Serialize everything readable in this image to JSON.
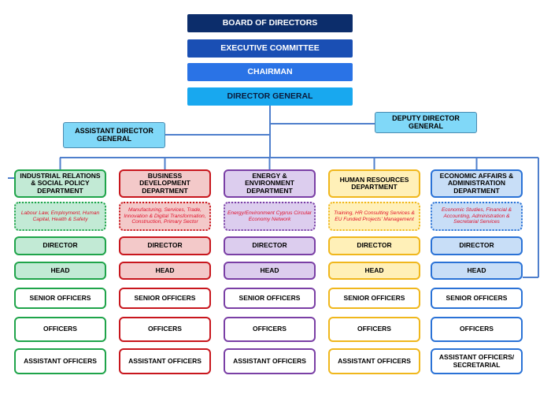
{
  "top": {
    "board": "BOARD OF DIRECTORS",
    "executive": "EXECUTIVE COMMITTEE",
    "chairman": "CHAIRMAN",
    "director_general": "DIRECTOR GENERAL"
  },
  "assistant_director_general": "ASSISTANT DIRECTOR GENERAL",
  "deputy_director_general": "DEPUTY DIRECTOR GENERAL",
  "colors": {
    "board": "#0c2d6b",
    "executive": "#1a4fb4",
    "chairman": "#2a73e6",
    "director_general": "#18a8ef",
    "connector": "#4f7fcc"
  },
  "departments": [
    {
      "name": "INDUSTRIAL RELATIONS & SOCIAL POLICY DEPARTMENT",
      "description": "Labour Law, Employment, Human Capital, Health & Safety",
      "color": "#1fa44a",
      "fill": "#c2ead5",
      "levels": [
        "DIRECTOR",
        "HEAD",
        "SENIOR OFFICERS",
        "OFFICERS",
        "ASSISTANT OFFICERS"
      ]
    },
    {
      "name": "BUSINESS DEVELOPMENT DEPARTMENT",
      "description": "Manufacturing, Services, Trade, Innovation & Digital Transformation, Construction, Primary Sector",
      "color": "#c8161d",
      "fill": "#f3c9c9",
      "levels": [
        "DIRECTOR",
        "HEAD",
        "SENIOR OFFICERS",
        "OFFICERS",
        "ASSISTANT OFFICERS"
      ]
    },
    {
      "name": "ENERGY & ENVIRONMENT DEPARTMENT",
      "description": "Energy/Environment Cyprus Circular Economy Network",
      "color": "#7a3fa5",
      "fill": "#dccdee",
      "levels": [
        "DIRECTOR",
        "HEAD",
        "SENIOR OFFICERS",
        "OFFICERS",
        "ASSISTANT OFFICERS"
      ]
    },
    {
      "name": "HUMAN RESOURCES DEPARTMENT",
      "description": "Training, HR Consulting Services & EU Funded Projects' Management",
      "color": "#f0b71c",
      "fill": "#fff0b8",
      "levels": [
        "DIRECTOR",
        "HEAD",
        "SENIOR OFFICERS",
        "OFFICERS",
        "ASSISTANT OFFICERS"
      ]
    },
    {
      "name": "ECONOMIC AFFAIRS & ADMINISTRATION DEPARTMENT",
      "description": "Economic Studies, Financial & Accounting, Administration & Secretarial Services",
      "color": "#2a72d6",
      "fill": "#c8def7",
      "levels": [
        "DIRECTOR",
        "HEAD",
        "SENIOR OFFICERS",
        "OFFICERS",
        "ASSISTANT OFFICERS/ SECRETARIAL"
      ]
    }
  ]
}
